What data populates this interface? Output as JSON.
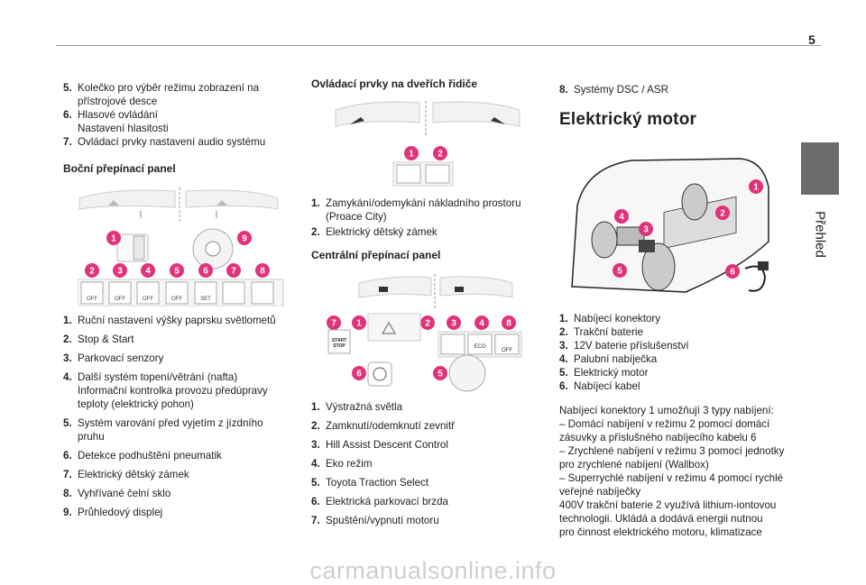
{
  "page_number": "5",
  "side_tab": "Přehled",
  "col1": {
    "top_items": [
      {
        "n": "5.",
        "t": "Kolečko pro výběr režimu zobrazení na přístrojové desce"
      },
      {
        "n": "6.",
        "t": "Hlasové ovládání\nNastavení hlasitosti"
      },
      {
        "n": "7.",
        "t": "Ovládací prvky nastavení audio systému"
      }
    ],
    "heading": "Boční přepínací panel",
    "items": [
      {
        "n": "1.",
        "t": "Ruční nastavení výšky paprsku světlometů"
      },
      {
        "n": "2.",
        "t": "Stop & Start"
      },
      {
        "n": "3.",
        "t": "Parkovací senzory"
      },
      {
        "n": "4.",
        "t": "Další systém topení/větrání (nafta)\nInformační kontrolka provozu předúpravy teploty (elektrický pohon)"
      },
      {
        "n": "5.",
        "t": "Systém varování před vyjetím z jízdního pruhu"
      },
      {
        "n": "6.",
        "t": "Detekce podhuštění pneumatik"
      },
      {
        "n": "7.",
        "t": "Elektrický dětský zámek"
      },
      {
        "n": "8.",
        "t": "Vyhřívané čelní sklo"
      },
      {
        "n": "9.",
        "t": "Průhledový displej"
      }
    ],
    "badges": [
      "1",
      "9",
      "2",
      "3",
      "4",
      "5",
      "6",
      "7",
      "8"
    ],
    "button_labels": [
      "OFF",
      "OFF",
      "OFF",
      "OFF",
      "SET"
    ]
  },
  "col2": {
    "heading1": "Ovládací prvky na dveřích řidiče",
    "items1": [
      {
        "n": "1.",
        "t": "Zamykání/odemykání nákladního prostoru (Proace City)"
      },
      {
        "n": "2.",
        "t": "Elektrický dětský zámek"
      }
    ],
    "heading2": "Centrální přepínací panel",
    "items2": [
      {
        "n": "1.",
        "t": "Výstražná světla"
      },
      {
        "n": "2.",
        "t": "Zamknutí/odemknutí zevnitř"
      },
      {
        "n": "3.",
        "t": "Hill Assist Descent Control"
      },
      {
        "n": "4.",
        "t": "Eko režim"
      },
      {
        "n": "5.",
        "t": "Toyota Traction Select"
      },
      {
        "n": "6.",
        "t": "Elektrická parkovací brzda"
      },
      {
        "n": "7.",
        "t": "Spuštění/vypnutí motoru"
      }
    ],
    "door_badges": [
      "1",
      "2"
    ],
    "center_badges": [
      "7",
      "1",
      "2",
      "3",
      "4",
      "8",
      "6",
      "5"
    ],
    "center_labels": {
      "start": "START",
      "stop": "STOP",
      "eco": "ECO",
      "off": "OFF"
    }
  },
  "col3": {
    "item8": {
      "n": "8.",
      "t": "Systémy DSC / ASR"
    },
    "heading": "Elektrický motor",
    "items": [
      {
        "n": "1.",
        "t": "Nabíjecí konektory"
      },
      {
        "n": "2.",
        "t": "Trakční baterie"
      },
      {
        "n": "3.",
        "t": "12V baterie příslušenství"
      },
      {
        "n": "4.",
        "t": "Palubní nabíječka"
      },
      {
        "n": "5.",
        "t": "Elektrický motor"
      },
      {
        "n": "6.",
        "t": "Nabíjecí kabel"
      }
    ],
    "badges": [
      "1",
      "2",
      "3",
      "4",
      "5",
      "6"
    ],
    "para_lines": [
      "Nabíjecí konektory 1 umožňují 3 typy nabíjení:",
      "– Domácí nabíjení v režimu 2 pomocí domácí",
      "zásuvky a příslušného nabíjecího kabelu 6",
      "– Zrychlené nabíjení v režimu 3 pomocí jednotky",
      "pro zrychlené nabíjení (Wallbox)",
      "– Superrychlé nabíjení v režimu 4 pomocí rychlé",
      "veřejné nabíječky",
      "400V trakční baterie 2 využívá lithium-iontovou",
      "technologii. Ukládá a dodává energii nutnou",
      "pro činnost elektrického motoru, klimatizace"
    ]
  },
  "watermark": "carmanualsonline.info",
  "colors": {
    "accent": "#e0337a",
    "sidetab": "#6b6b6b"
  }
}
